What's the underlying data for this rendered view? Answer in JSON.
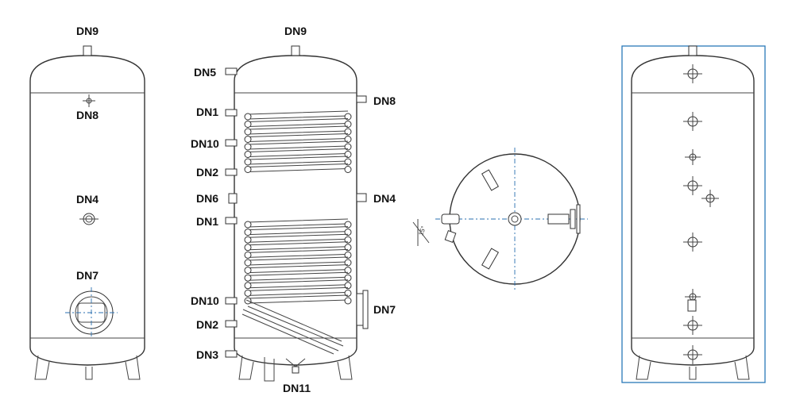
{
  "labels": {
    "v1_top": "DN9",
    "v1_dn8": "DN8",
    "v1_dn4": "DN4",
    "v1_dn7": "DN7",
    "v2_top": "DN9",
    "v2_dn5": "DN5",
    "v2_dn8": "DN8",
    "v2_dn1_upper": "DN1",
    "v2_dn10_upper": "DN10",
    "v2_dn2_upper": "DN2",
    "v2_dn6": "DN6",
    "v2_dn4": "DN4",
    "v2_dn1_lower": "DN1",
    "v2_dn10_lower": "DN10",
    "v2_dn7": "DN7",
    "v2_dn2_lower": "DN2",
    "v2_dn3": "DN3",
    "v2_dn11": "DN11",
    "plan_angle": "15°"
  },
  "colors": {
    "line": "#333333",
    "axis": "#2a6fb0",
    "frame": "#2a78b8",
    "text": "#111111"
  }
}
